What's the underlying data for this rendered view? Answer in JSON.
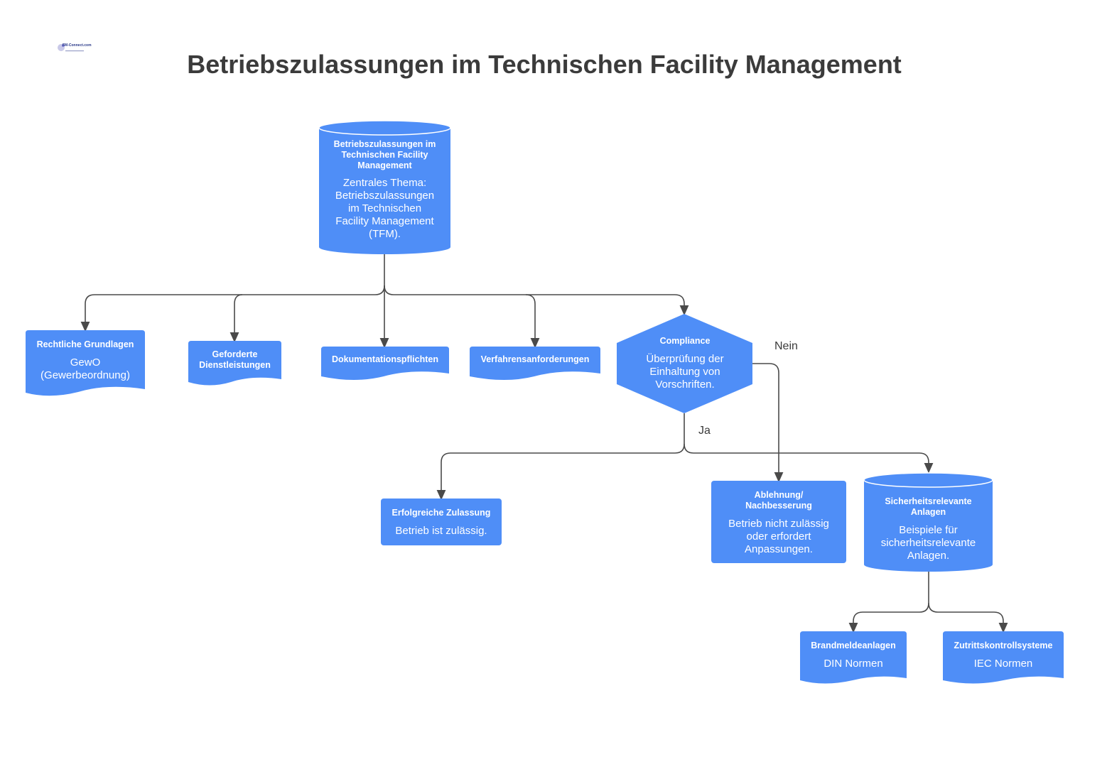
{
  "title": "Betriebszulassungen im Technischen Facility Management",
  "logo": {
    "text": "FM-Connect.com"
  },
  "colors": {
    "node_fill": "#4f8ef7",
    "edge": "#4a4a4a",
    "text_on_node": "#ffffff",
    "title": "#3b3b3b"
  },
  "nodes": {
    "main": {
      "shape": "cylinder",
      "title": "Betriebszulassungen im Technischen Facility Management",
      "body": "Zentrales Thema: Betriebszulassungen im Technischen Facility Management (TFM)."
    },
    "rechtliche": {
      "shape": "document",
      "title": "Rechtliche Grundlagen",
      "body": "GewO (Gewerbeordnung)"
    },
    "geforderte": {
      "shape": "document",
      "title": "Geforderte Dienstleistungen",
      "body": ""
    },
    "dokumentation": {
      "shape": "document",
      "title": "Dokumentationspflichten",
      "body": ""
    },
    "verfahren": {
      "shape": "document",
      "title": "Verfahrensanforderungen",
      "body": ""
    },
    "compliance": {
      "shape": "hexagon",
      "title": "Compliance",
      "body": "Überprüfung der Einhaltung von Vorschriften."
    },
    "erfolgreich": {
      "shape": "rect",
      "title": "Erfolgreiche Zulassung",
      "body": "Betrieb ist zulässig."
    },
    "ablehnung": {
      "shape": "rect",
      "title": "Ablehnung/ Nachbesserung",
      "body": "Betrieb nicht zulässig oder erfordert Anpassungen."
    },
    "sicherheit": {
      "shape": "cylinder",
      "title": "Sicherheitsrelevante Anlagen",
      "body": "Beispiele für sicherheitsrelevante Anlagen."
    },
    "brandmelde": {
      "shape": "document",
      "title": "Brandmeldeanlagen",
      "body": "DIN Normen"
    },
    "zutritt": {
      "shape": "document",
      "title": "Zutrittskontrollsysteme",
      "body": "IEC Normen"
    }
  },
  "edge_labels": {
    "nein": "Nein",
    "ja": "Ja"
  }
}
